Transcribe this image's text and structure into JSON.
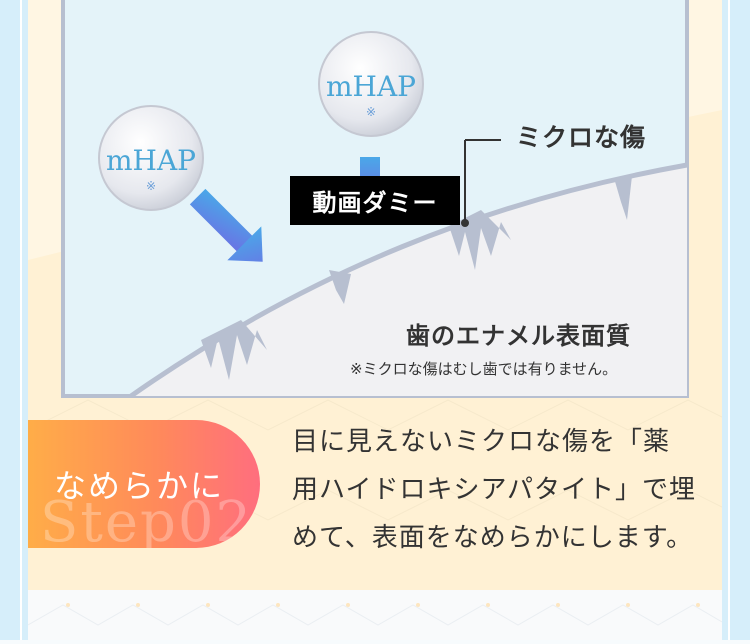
{
  "illustration": {
    "particle_left": {
      "label": "mHAP",
      "mark": "※"
    },
    "particle_top": {
      "label": "mHAP",
      "mark": "※"
    },
    "micro_damage_label": "ミクロな傷",
    "video_placeholder": "動画ダミー",
    "enamel_label": "歯のエナメル表面質",
    "note": "※ミクロな傷はむし歯では有りません。"
  },
  "step": {
    "title": "なめらかに",
    "watermark": "Step02"
  },
  "description": {
    "lines": [
      "目に見えないミクロな傷を「薬",
      "用ハイドロキシアパタイト」で埋",
      "めて、表面をなめらかにします。"
    ]
  },
  "colors": {
    "sky": "#e4f3f9",
    "frame_border": "#b7bfd0",
    "cream": "#fff3d8",
    "badge_start": "#ffad48",
    "badge_end": "#ff6e7e",
    "arrow_start": "#4aa8e8",
    "arrow_end": "#6a73e4"
  }
}
